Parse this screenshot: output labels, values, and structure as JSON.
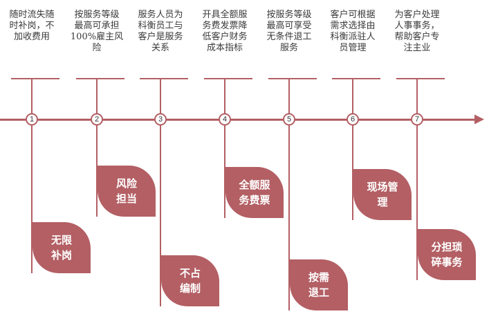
{
  "steps": [
    {
      "num": "1",
      "top_text": "随时流失随\n时补岗，不\n加收费用",
      "leaf_label": "无限\n补岗"
    },
    {
      "num": "2",
      "top_text": "按服务等级\n最高可承担\n100%雇主风\n险",
      "leaf_label": "风险\n担当"
    },
    {
      "num": "3",
      "top_text": "服务人员为\n科衡员工与\n客户是服务\n关系",
      "leaf_label": "不占\n编制"
    },
    {
      "num": "4",
      "top_text": "开具全额服\n务费发票降\n低客户财务\n成本指标",
      "leaf_label": "全额服\n务费票"
    },
    {
      "num": "5",
      "top_text": "按服务等级\n最高可享受\n无条件退工\n服务",
      "leaf_label": "按需\n退工"
    },
    {
      "num": "6",
      "top_text": "客户可根据\n需求选择由\n科衡派驻人\n员管理",
      "leaf_label": "现场管\n理"
    },
    {
      "num": "7",
      "top_text": "为客户处理\n人事事务，\n帮助客户专\n注主业",
      "leaf_label": "分担琐\n碎事务"
    }
  ],
  "colors": {
    "accent": "#b35f64",
    "text": "#3a3a3a"
  }
}
